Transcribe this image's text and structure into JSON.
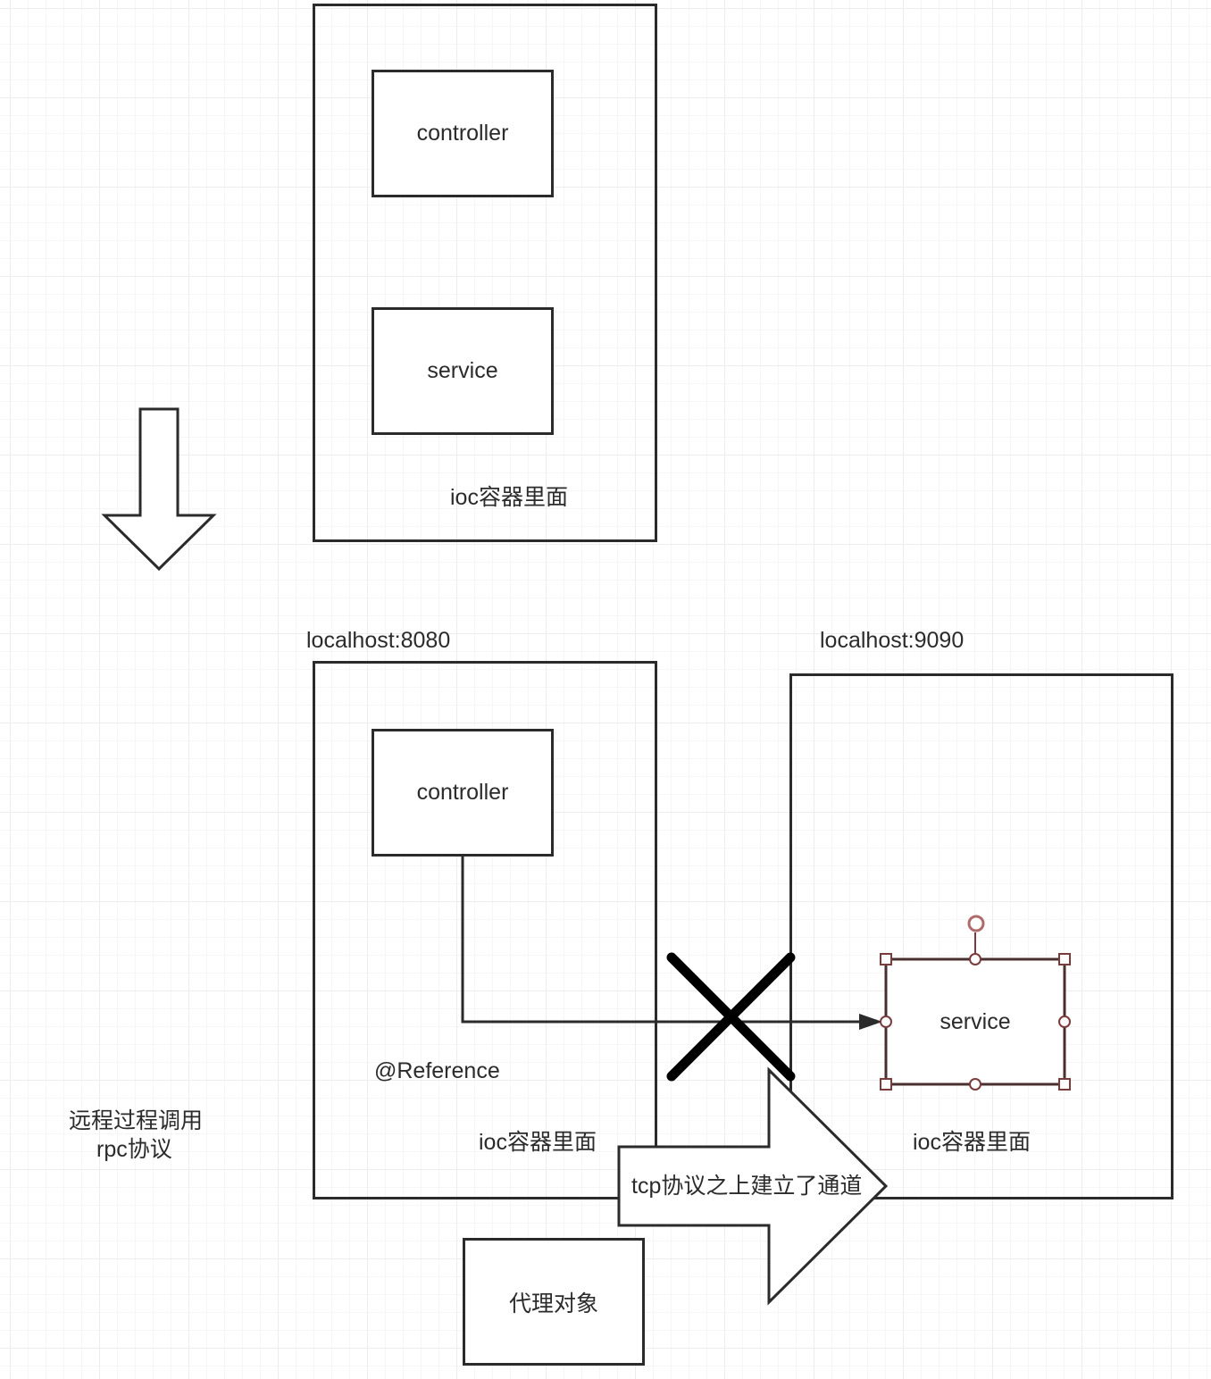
{
  "top_container": {
    "controller_label": "controller",
    "service_label": "service",
    "container_label": "ioc容器里面"
  },
  "left_server": {
    "host_label": "localhost:8080",
    "controller_label": "controller",
    "annotation_label": "@Reference",
    "container_label": "ioc容器里面"
  },
  "right_server": {
    "host_label": "localhost:9090",
    "service_label": "service",
    "container_label": "ioc容器里面"
  },
  "side_note": {
    "line1": "远程过程调用",
    "line2": "rpc协议"
  },
  "tcp_arrow_label": "tcp协议之上建立了通道",
  "proxy_label": "代理对象",
  "icons": {
    "down_arrow": "down-arrow-icon",
    "block_arrow": "right-block-arrow-icon",
    "cross": "cross-mark-icon",
    "selection_handles": "selection-handles"
  },
  "colors": {
    "stroke": "#2b2b2b",
    "selection": "#7a3b3b",
    "grid_major": "#ededed",
    "grid_minor": "#f6f6f6"
  }
}
